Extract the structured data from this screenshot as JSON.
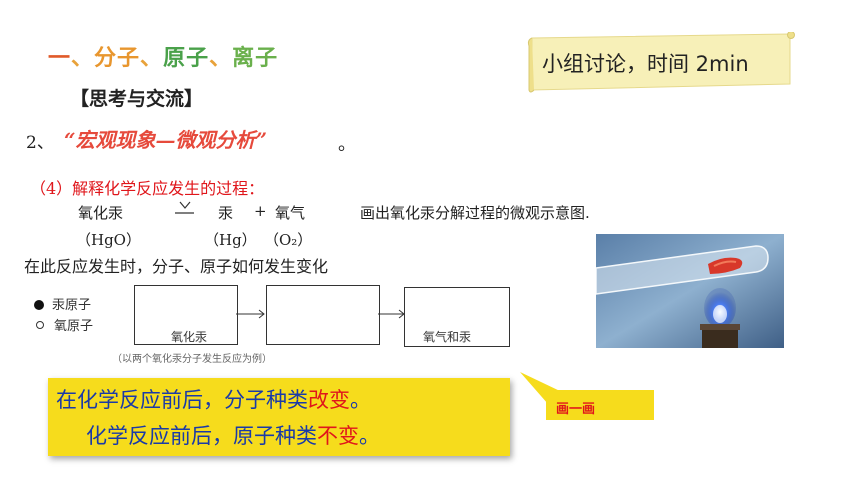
{
  "title": {
    "part1": "一",
    "sep": "、",
    "part2": "分子",
    "part3": "原子",
    "part4": "离子"
  },
  "thinking_heading": "【思考与交流】",
  "item2": {
    "number": "2、",
    "topic": "“宏观现象—微观分析”",
    "period": "。"
  },
  "subquestion": "（4）解释化学反应发生的过程：",
  "equation": {
    "reactant": "氧化汞",
    "product1": "汞",
    "plus": "+",
    "product2": "氧气",
    "reactant_formula": "（HgO）",
    "product1_formula": "（Hg）",
    "product2_formula": "（O₂）"
  },
  "draw_instruction": "画出氧化汞分解过程的微观示意图.",
  "question": "在此反应发生时，分子、原子如何发生变化",
  "legend": {
    "mercury": "汞原子",
    "oxygen": "氧原子"
  },
  "diagram": {
    "box1_label": "氧化汞",
    "box3_label": "氧气和汞",
    "note": "（以两个氧化汞分子发生反应为例）"
  },
  "summary": {
    "line1_prefix": "在化学反应前后，分子种类",
    "line1_emph": "改变",
    "line1_end": "。",
    "line2_prefix": "化学反应前后，原子种类",
    "line2_emph": "不变",
    "line2_end": "。"
  },
  "callout": "画一画",
  "discussion": "小组讨论，时间 2min",
  "colors": {
    "summary_bg": "#f6dc1c",
    "summary_text": "#1a3aa8",
    "emphasis": "#e0161b",
    "scroll": "#f7f0b8"
  }
}
